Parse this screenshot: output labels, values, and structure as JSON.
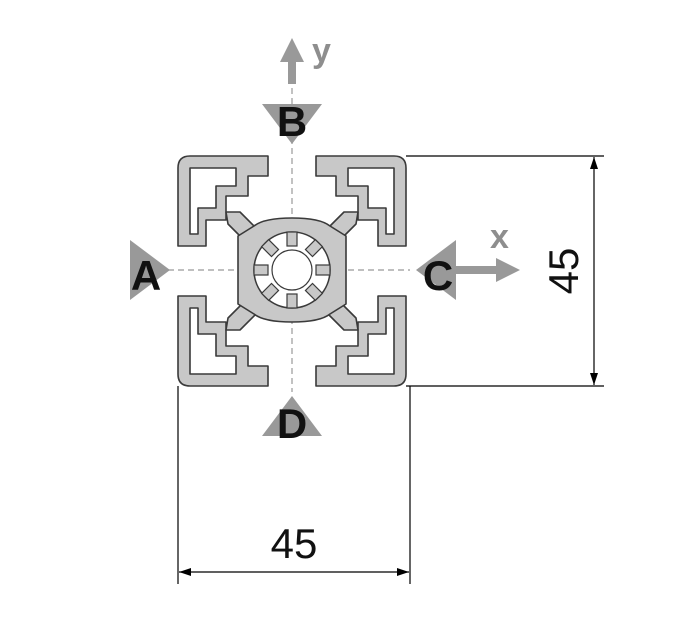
{
  "axes": {
    "x_label": "x",
    "y_label": "y"
  },
  "sides": {
    "a": "A",
    "b": "B",
    "c": "C",
    "d": "D"
  },
  "dimensions": {
    "width": "45",
    "height": "45"
  },
  "colors": {
    "profile_fill": "#c8c8c8",
    "profile_stroke": "#3a3a3a",
    "arrow_gray": "#999999",
    "axis_label": "#8e8e8e",
    "dimension_line": "#000000"
  },
  "icons": {
    "side_markers": "triangle-marker-icon",
    "axis_arrows": "axis-arrow-icon"
  }
}
